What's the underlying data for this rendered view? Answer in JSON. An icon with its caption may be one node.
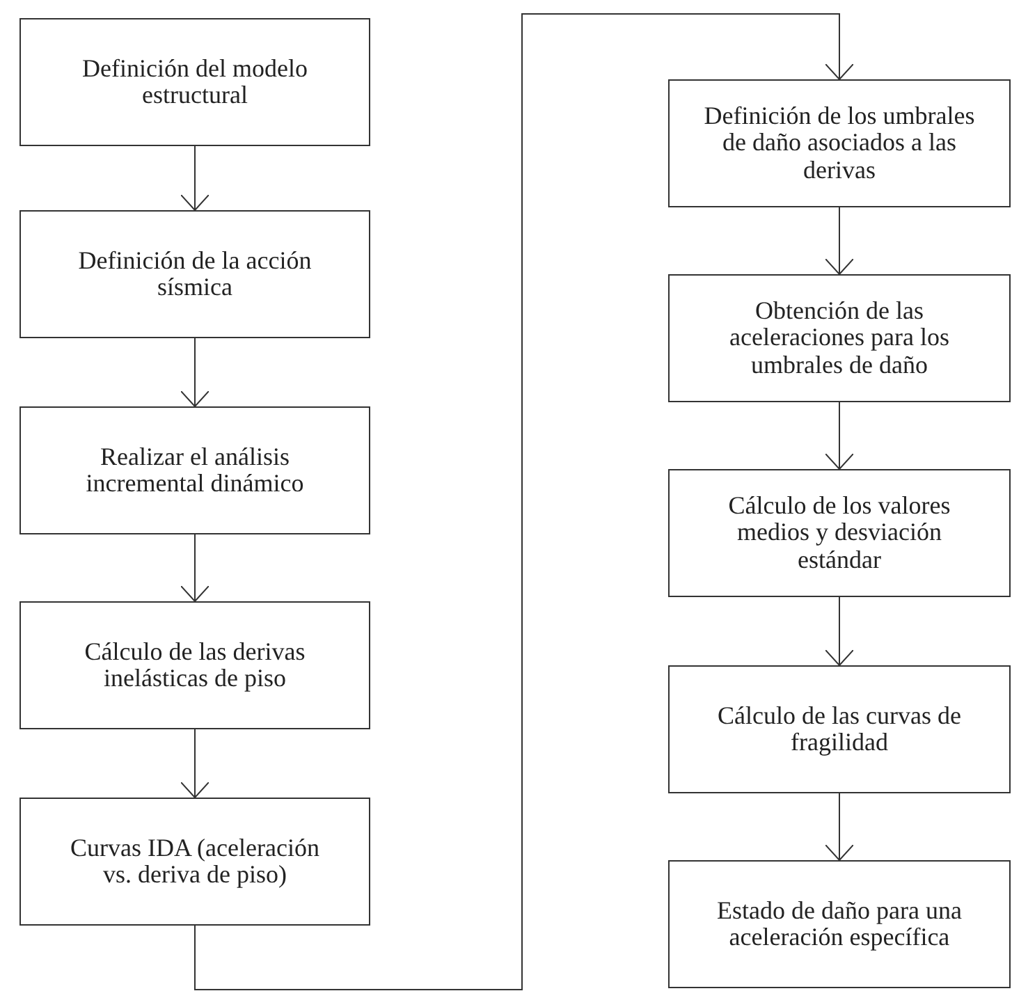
{
  "diagram": {
    "nodes": [
      {
        "text": [
          "Definición del modelo estructural"
        ]
      },
      {
        "text": [
          "Definición de la acción sísmica"
        ]
      },
      {
        "text": [
          "Realizar el análisis incremental dinámico"
        ]
      },
      {
        "text": [
          "Cálculo de las derivas inelásticas de piso"
        ]
      },
      {
        "text": [
          "Curvas IDA (aceleración vs. deriva de piso)"
        ]
      },
      {
        "text": [
          "Definición de los umbrales de daño asociados a las derivas"
        ]
      },
      {
        "text": [
          "Obtención de las aceleraciones para los umbrales de daño"
        ]
      },
      {
        "text": [
          "Cálculo de los valores medios y desviación estándar"
        ]
      },
      {
        "text": [
          "Cálculo de las curvas de fragilidad"
        ]
      },
      {
        "text": [
          "Estado de daño para una aceleración específica"
        ]
      }
    ],
    "edges": [
      {
        "from": 0,
        "to": 1,
        "arrow": "to"
      },
      {
        "from": 1,
        "to": 2,
        "arrow": "to"
      },
      {
        "from": 2,
        "to": 3,
        "arrow": "to"
      },
      {
        "from": 3,
        "to": 4,
        "arrow": "to"
      },
      {
        "from": 4,
        "to": 5,
        "arrow": "to"
      },
      {
        "from": 5,
        "to": 6,
        "arrow": "to"
      },
      {
        "from": 6,
        "to": 7,
        "arrow": "to"
      },
      {
        "from": 7,
        "to": 8,
        "arrow": "to"
      },
      {
        "from": 8,
        "to": 9,
        "arrow": "to"
      }
    ]
  }
}
